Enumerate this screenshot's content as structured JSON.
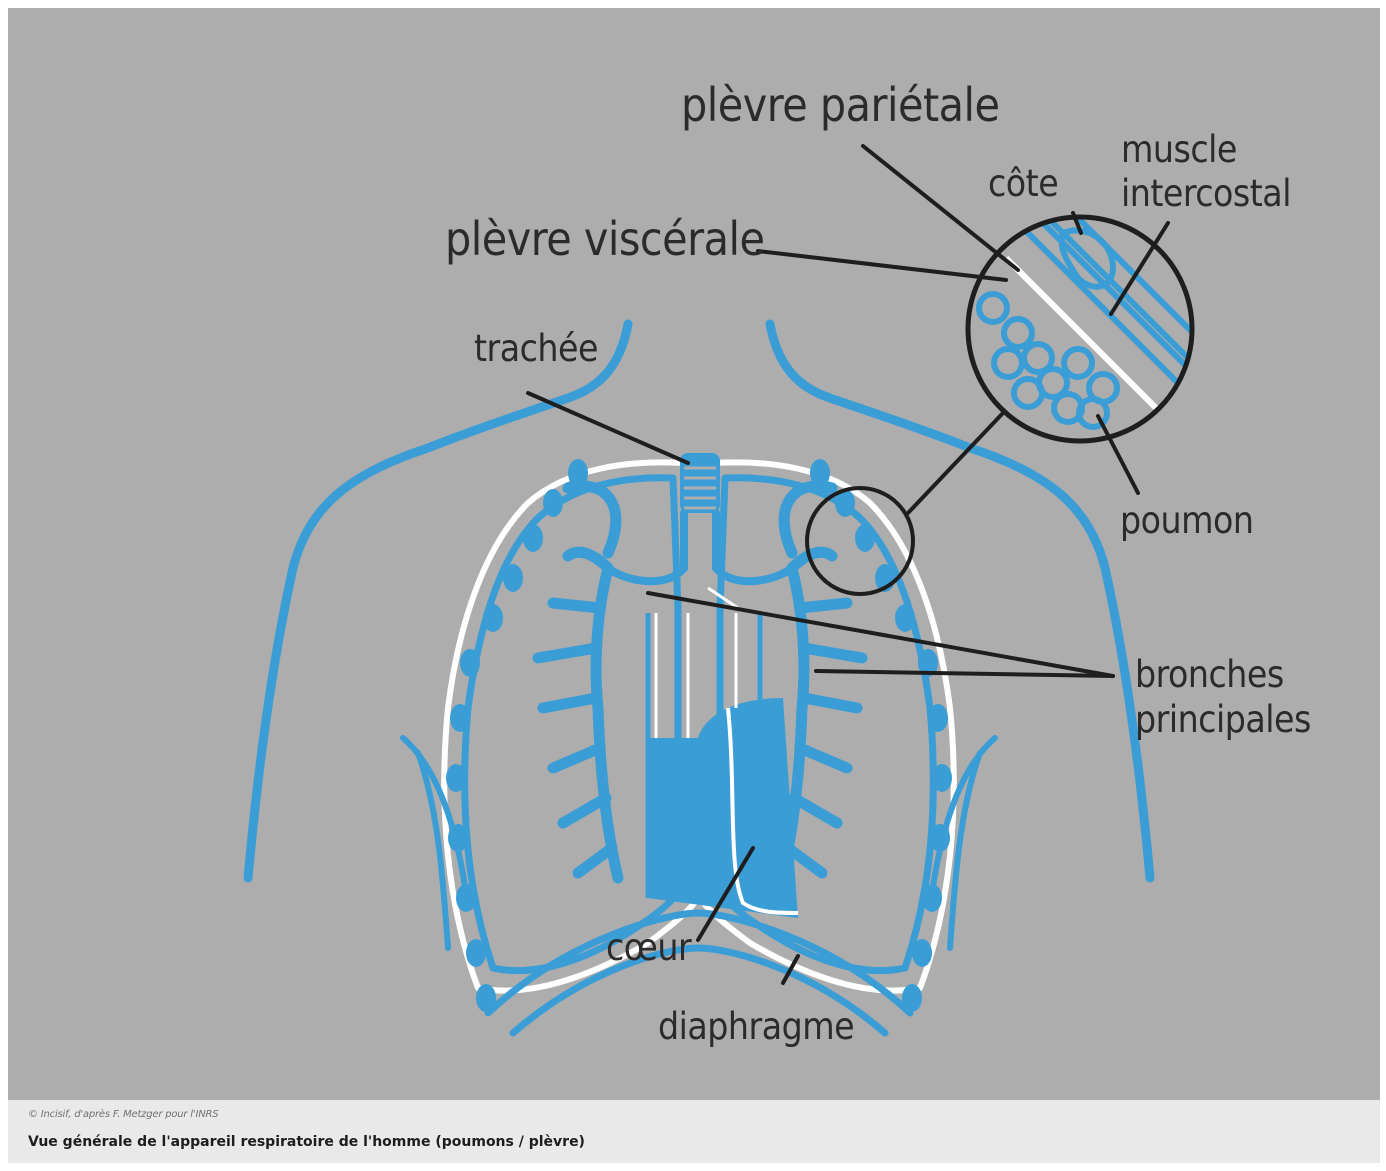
{
  "labels": {
    "plevre_parietale": "plèvre pariétale",
    "plevre_viscerale": "plèvre viscérale",
    "cote": "côte",
    "muscle_intercostal_line1": "muscle",
    "muscle_intercostal_line2": "intercostal",
    "trachee": "trachée",
    "poumon": "poumon",
    "bronches_line1": "bronches",
    "bronches_line2": "principales",
    "coeur": "cœur",
    "diaphragme": "diaphragme"
  },
  "credit": "© Incisif, d'après F. Metzger pour l'INRS",
  "caption": "Vue générale de l'appareil respiratoire de l'homme (poumons / plèvre)",
  "colors": {
    "background": "#adadad",
    "anatomy_blue": "#3a9dd6",
    "leader_lines": "#1e1e1e",
    "pleura_white": "#ffffff",
    "caption_band": "#e9e9e9"
  }
}
